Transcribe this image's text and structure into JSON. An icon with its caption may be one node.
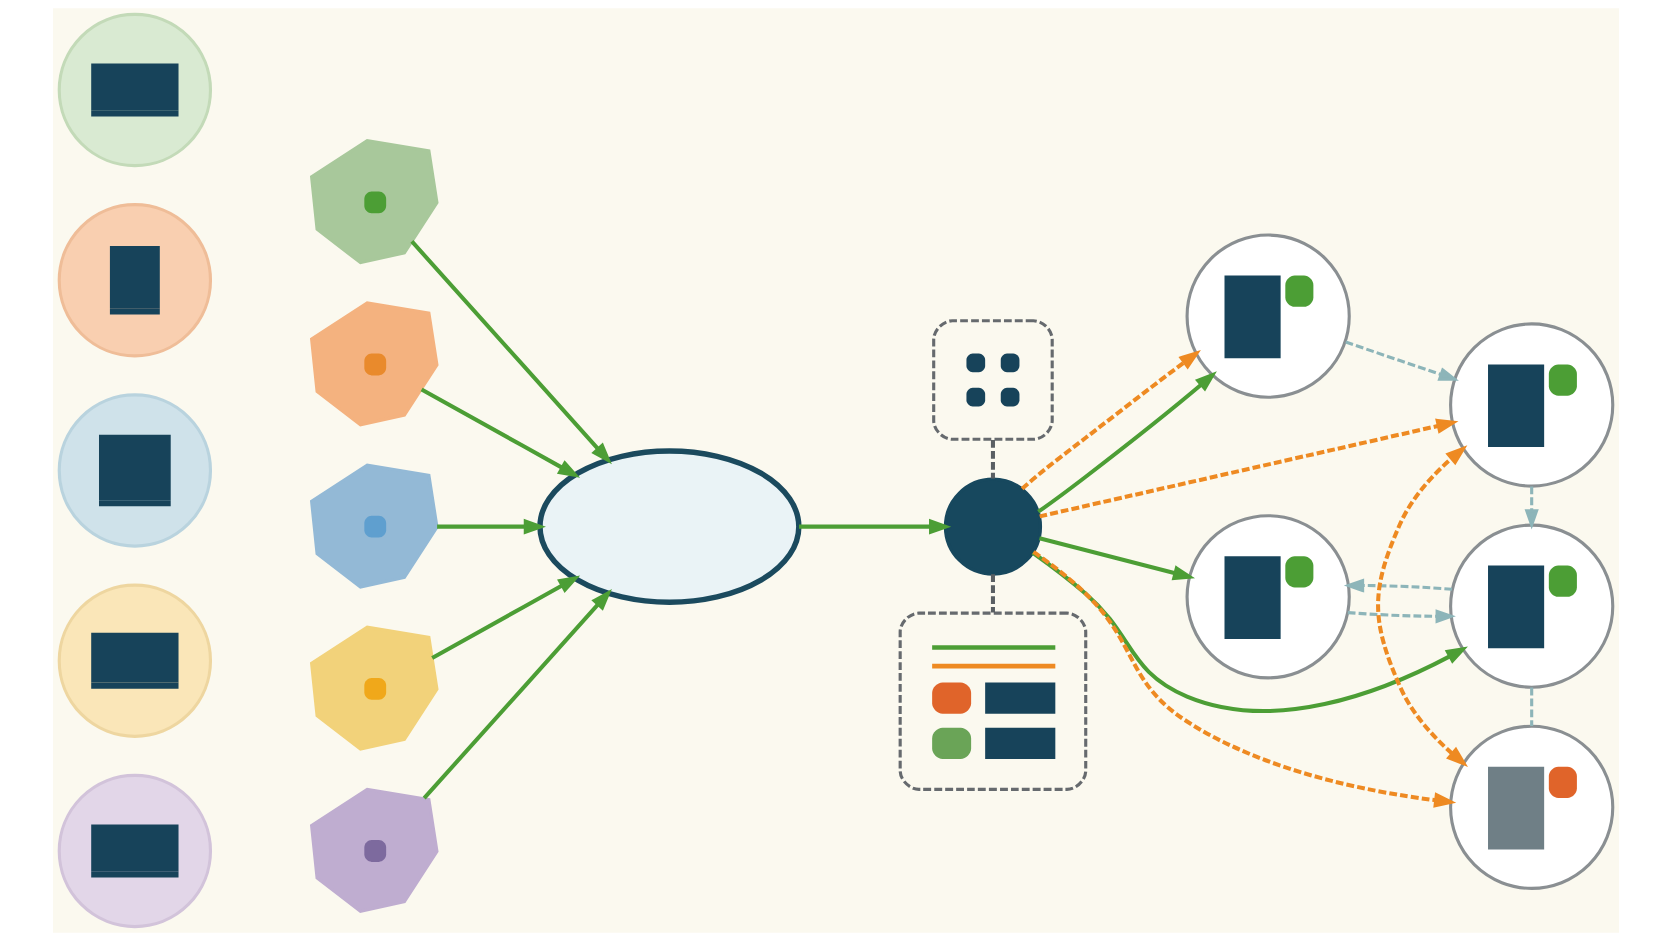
{
  "diagram": {
    "nodes": [
      {
        "text": [],
        "shape": "circle"
      },
      {
        "text": [],
        "shape": "circle"
      },
      {
        "text": [],
        "shape": "circle"
      },
      {
        "text": [],
        "shape": "circle"
      },
      {
        "text": [],
        "shape": "circle"
      },
      {
        "text": [],
        "shape": "picture"
      },
      {
        "text": [],
        "shape": "picture"
      },
      {
        "text": [],
        "shape": "picture"
      },
      {
        "text": [],
        "shape": "picture"
      },
      {
        "text": [],
        "shape": "picture"
      },
      {
        "text": [],
        "shape": "cloud"
      },
      {
        "text": [],
        "shape": "circle"
      },
      {
        "text": [],
        "shape": "box"
      },
      {
        "text": [],
        "shape": "box"
      },
      {
        "text": [],
        "shape": "circle"
      },
      {
        "text": [],
        "shape": "circle"
      },
      {
        "text": [],
        "shape": "circle"
      },
      {
        "text": [],
        "shape": "circle"
      },
      {
        "text": [],
        "shape": "circle"
      }
    ],
    "edges": [
      {
        "from": 5,
        "to": 10,
        "arrow": "to"
      },
      {
        "from": 6,
        "to": 10,
        "arrow": "to"
      },
      {
        "from": 7,
        "to": 10,
        "arrow": "to"
      },
      {
        "from": 8,
        "to": 10,
        "arrow": "to"
      },
      {
        "from": 9,
        "to": 10,
        "arrow": "to"
      },
      {
        "from": 10,
        "to": 11,
        "arrow": "to"
      },
      {
        "from": 12,
        "to": 11,
        "arrow": "none",
        "style": "dashed",
        "color": "#5a5f63"
      },
      {
        "from": 11,
        "to": 13,
        "arrow": "none",
        "style": "dashed",
        "color": "#5a5f63"
      },
      {
        "from": 11,
        "to": 14,
        "arrow": "to"
      },
      {
        "from": 11,
        "to": 15,
        "arrow": "to"
      },
      {
        "from": 11,
        "to": 16,
        "arrow": "to",
        "style": "dashed",
        "color": "#ee8a22"
      },
      {
        "from": 11,
        "to": 17,
        "arrow": "to"
      },
      {
        "from": 11,
        "to": 17,
        "arrow": "to",
        "style": "dashed",
        "color": "#ee8a22"
      },
      {
        "from": 11,
        "to": 18,
        "arrow": "to",
        "style": "dashed",
        "color": "#ee8a22"
      },
      {
        "from": 16,
        "to": 18,
        "arrow": "both",
        "style": "dashed",
        "color": "#ee8a22"
      },
      {
        "from": 15,
        "to": 14,
        "arrow": "to",
        "style": "dashed",
        "color": "#8db5b9"
      },
      {
        "from": 14,
        "to": 15,
        "arrow": "to",
        "style": "dashed",
        "color": "#8db5b9"
      },
      {
        "from": 15,
        "to": 16,
        "arrow": "none",
        "style": "dashed",
        "color": "#8db5b9"
      },
      {
        "from": 18,
        "to": 15,
        "arrow": "to",
        "style": "dashed",
        "color": "#8db5b9"
      },
      {
        "from": 17,
        "to": 18,
        "arrow": "to",
        "style": "dashed",
        "color": "#8db5b9"
      }
    ]
  }
}
